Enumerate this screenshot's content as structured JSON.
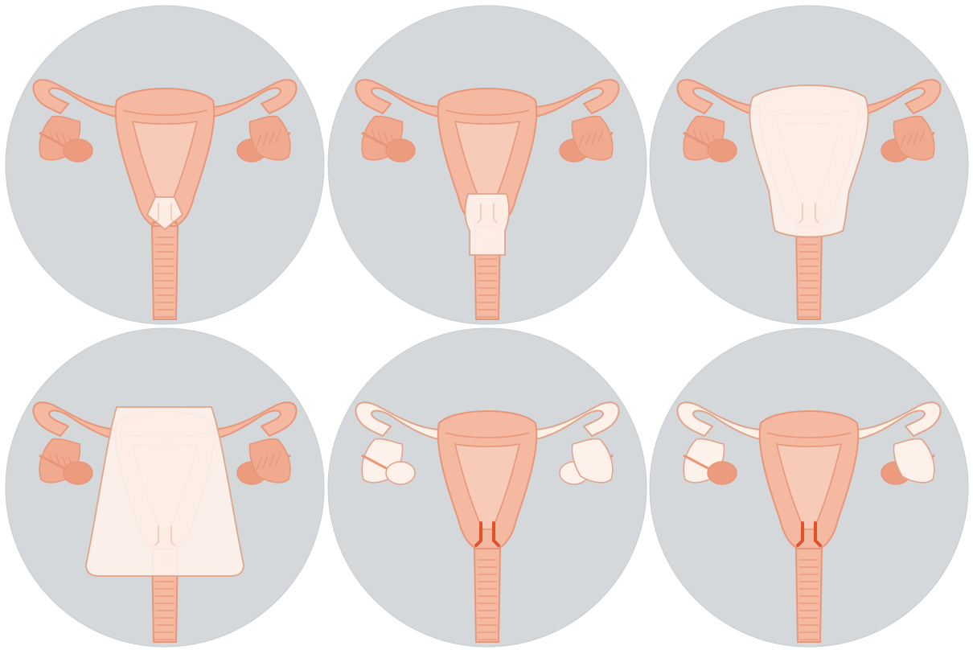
{
  "colors": {
    "background": "#ffffff",
    "circle": "#d5d8db",
    "circle_edge": "#c9ccd0",
    "tissue_fill": "#f4b9a0",
    "tissue_light": "#f7cbb7",
    "tissue_outline": "#e7967a",
    "ovary": "#ec9b7f",
    "fimbria": "#f2aa8f",
    "removed_fill": "#fdf1ea",
    "removed_outline": "#e0a48b",
    "highlight": "#e0522c"
  },
  "panels": [
    {
      "id": "cervical-cone-removal",
      "removed": [
        "cervix-cone"
      ],
      "highlight": false
    },
    {
      "id": "trachelectomy",
      "removed": [
        "cervix-upper-vagina"
      ],
      "highlight": false
    },
    {
      "id": "simple-hysterectomy",
      "removed": [
        "uterus-cervix"
      ],
      "highlight": false
    },
    {
      "id": "radical-hysterectomy",
      "removed": [
        "uterus-cervix-upper-vagina-parametria"
      ],
      "highlight": false
    },
    {
      "id": "bilateral-salpingo-oophorectomy",
      "removed": [
        "fallopian-tubes",
        "ovaries"
      ],
      "highlight": true
    },
    {
      "id": "salpingectomy-with-fimbriae",
      "removed": [
        "fallopian-tubes",
        "fimbriae"
      ],
      "highlight": true
    }
  ]
}
